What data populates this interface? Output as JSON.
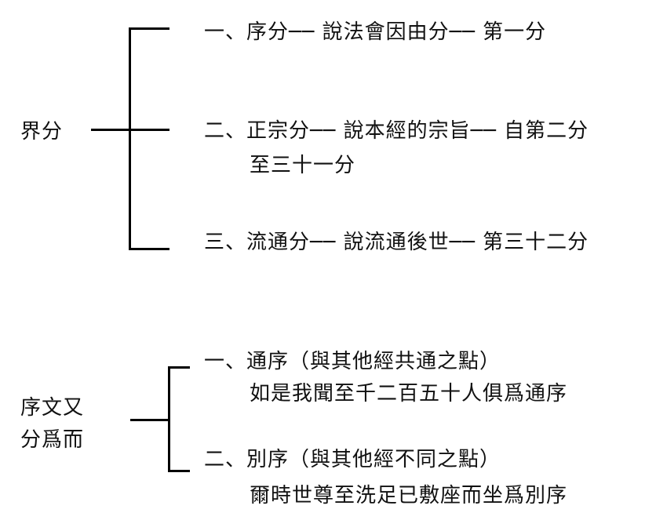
{
  "section1": {
    "root_label": "界分",
    "items": [
      {
        "line1": "一、序分── 說法會因由分── 第一分"
      },
      {
        "line1": "二、正宗分── 說本經的宗旨── 自第二分",
        "line2": "至三十一分"
      },
      {
        "line1": "三、流通分── 說流通後世── 第三十二分"
      }
    ]
  },
  "section2": {
    "root_label_line1": "序文又",
    "root_label_line2": "分爲而",
    "items": [
      {
        "line1": "一、通序（與其他經共通之點）",
        "line2": "如是我聞至千二百五十人俱爲通序"
      },
      {
        "line1": "二、別序（與其他經不同之點）",
        "line2": "爾時世尊至洗足已敷座而坐爲別序"
      }
    ]
  }
}
